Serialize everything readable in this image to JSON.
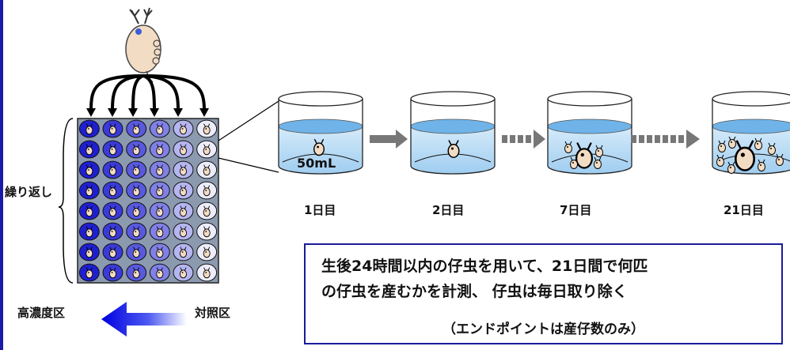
{
  "labels": {
    "replicates": "繰り返し",
    "high_conc": "高濃度区",
    "control": "対照区",
    "volume": "50mL"
  },
  "timeline": [
    {
      "day_label": "1日目"
    },
    {
      "day_label": "2日目"
    },
    {
      "day_label": "7日目"
    },
    {
      "day_label": "21日目"
    }
  ],
  "note": {
    "line1": "生後24時間以内の仔虫を用いて、21日間で何匹",
    "line2": "の仔虫を産むかを計測、 仔虫は毎日取り除く",
    "line3": "（エンドポイントは産仔数のみ）"
  },
  "colors": {
    "frame_blue": "#1a1aa8",
    "concentration_dark": "#2a2ad8",
    "water": "#b9dcf5",
    "daphnia": "#f3dcc4"
  },
  "grid": {
    "rows": 8,
    "cols": 6
  },
  "icons": [
    "daphnia-icon",
    "beaker-icon",
    "gradient-arrow-icon",
    "gray-arrow-icon"
  ]
}
